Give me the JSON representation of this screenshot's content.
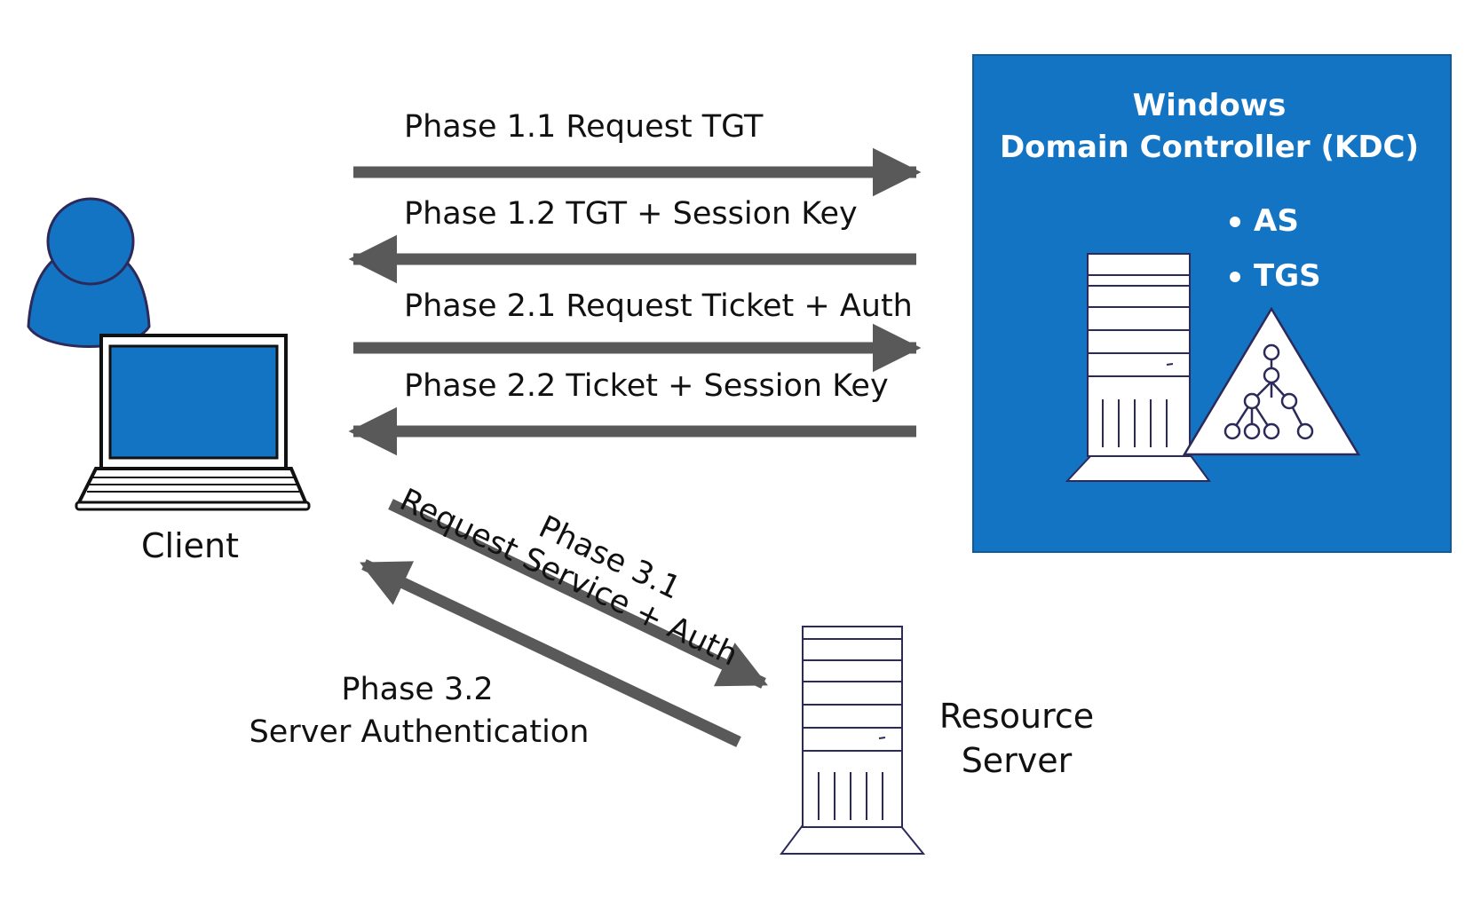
{
  "phases": {
    "p11": "Phase 1.1 Request TGT",
    "p12": "Phase 1.2 TGT + Session Key",
    "p21": "Phase 2.1 Request Ticket + Auth",
    "p22": "Phase 2.2 Ticket + Session Key",
    "p31_line1": "Phase 3.1",
    "p31_line2": "Request Service + Auth",
    "p32_line1": "Phase 3.2",
    "p32_line2": "Server Authentication"
  },
  "client": {
    "label": "Client"
  },
  "kdc": {
    "title_line1": "Windows",
    "title_line2": "Domain Controller (KDC)",
    "services": [
      "AS",
      "TGS"
    ]
  },
  "resource_server": {
    "label_line1": "Resource",
    "label_line2": "Server"
  },
  "colors": {
    "primary_blue": "#1474c4",
    "arrow_gray": "#595959",
    "outline_navy": "#2b2a5a",
    "text": "#111111"
  }
}
